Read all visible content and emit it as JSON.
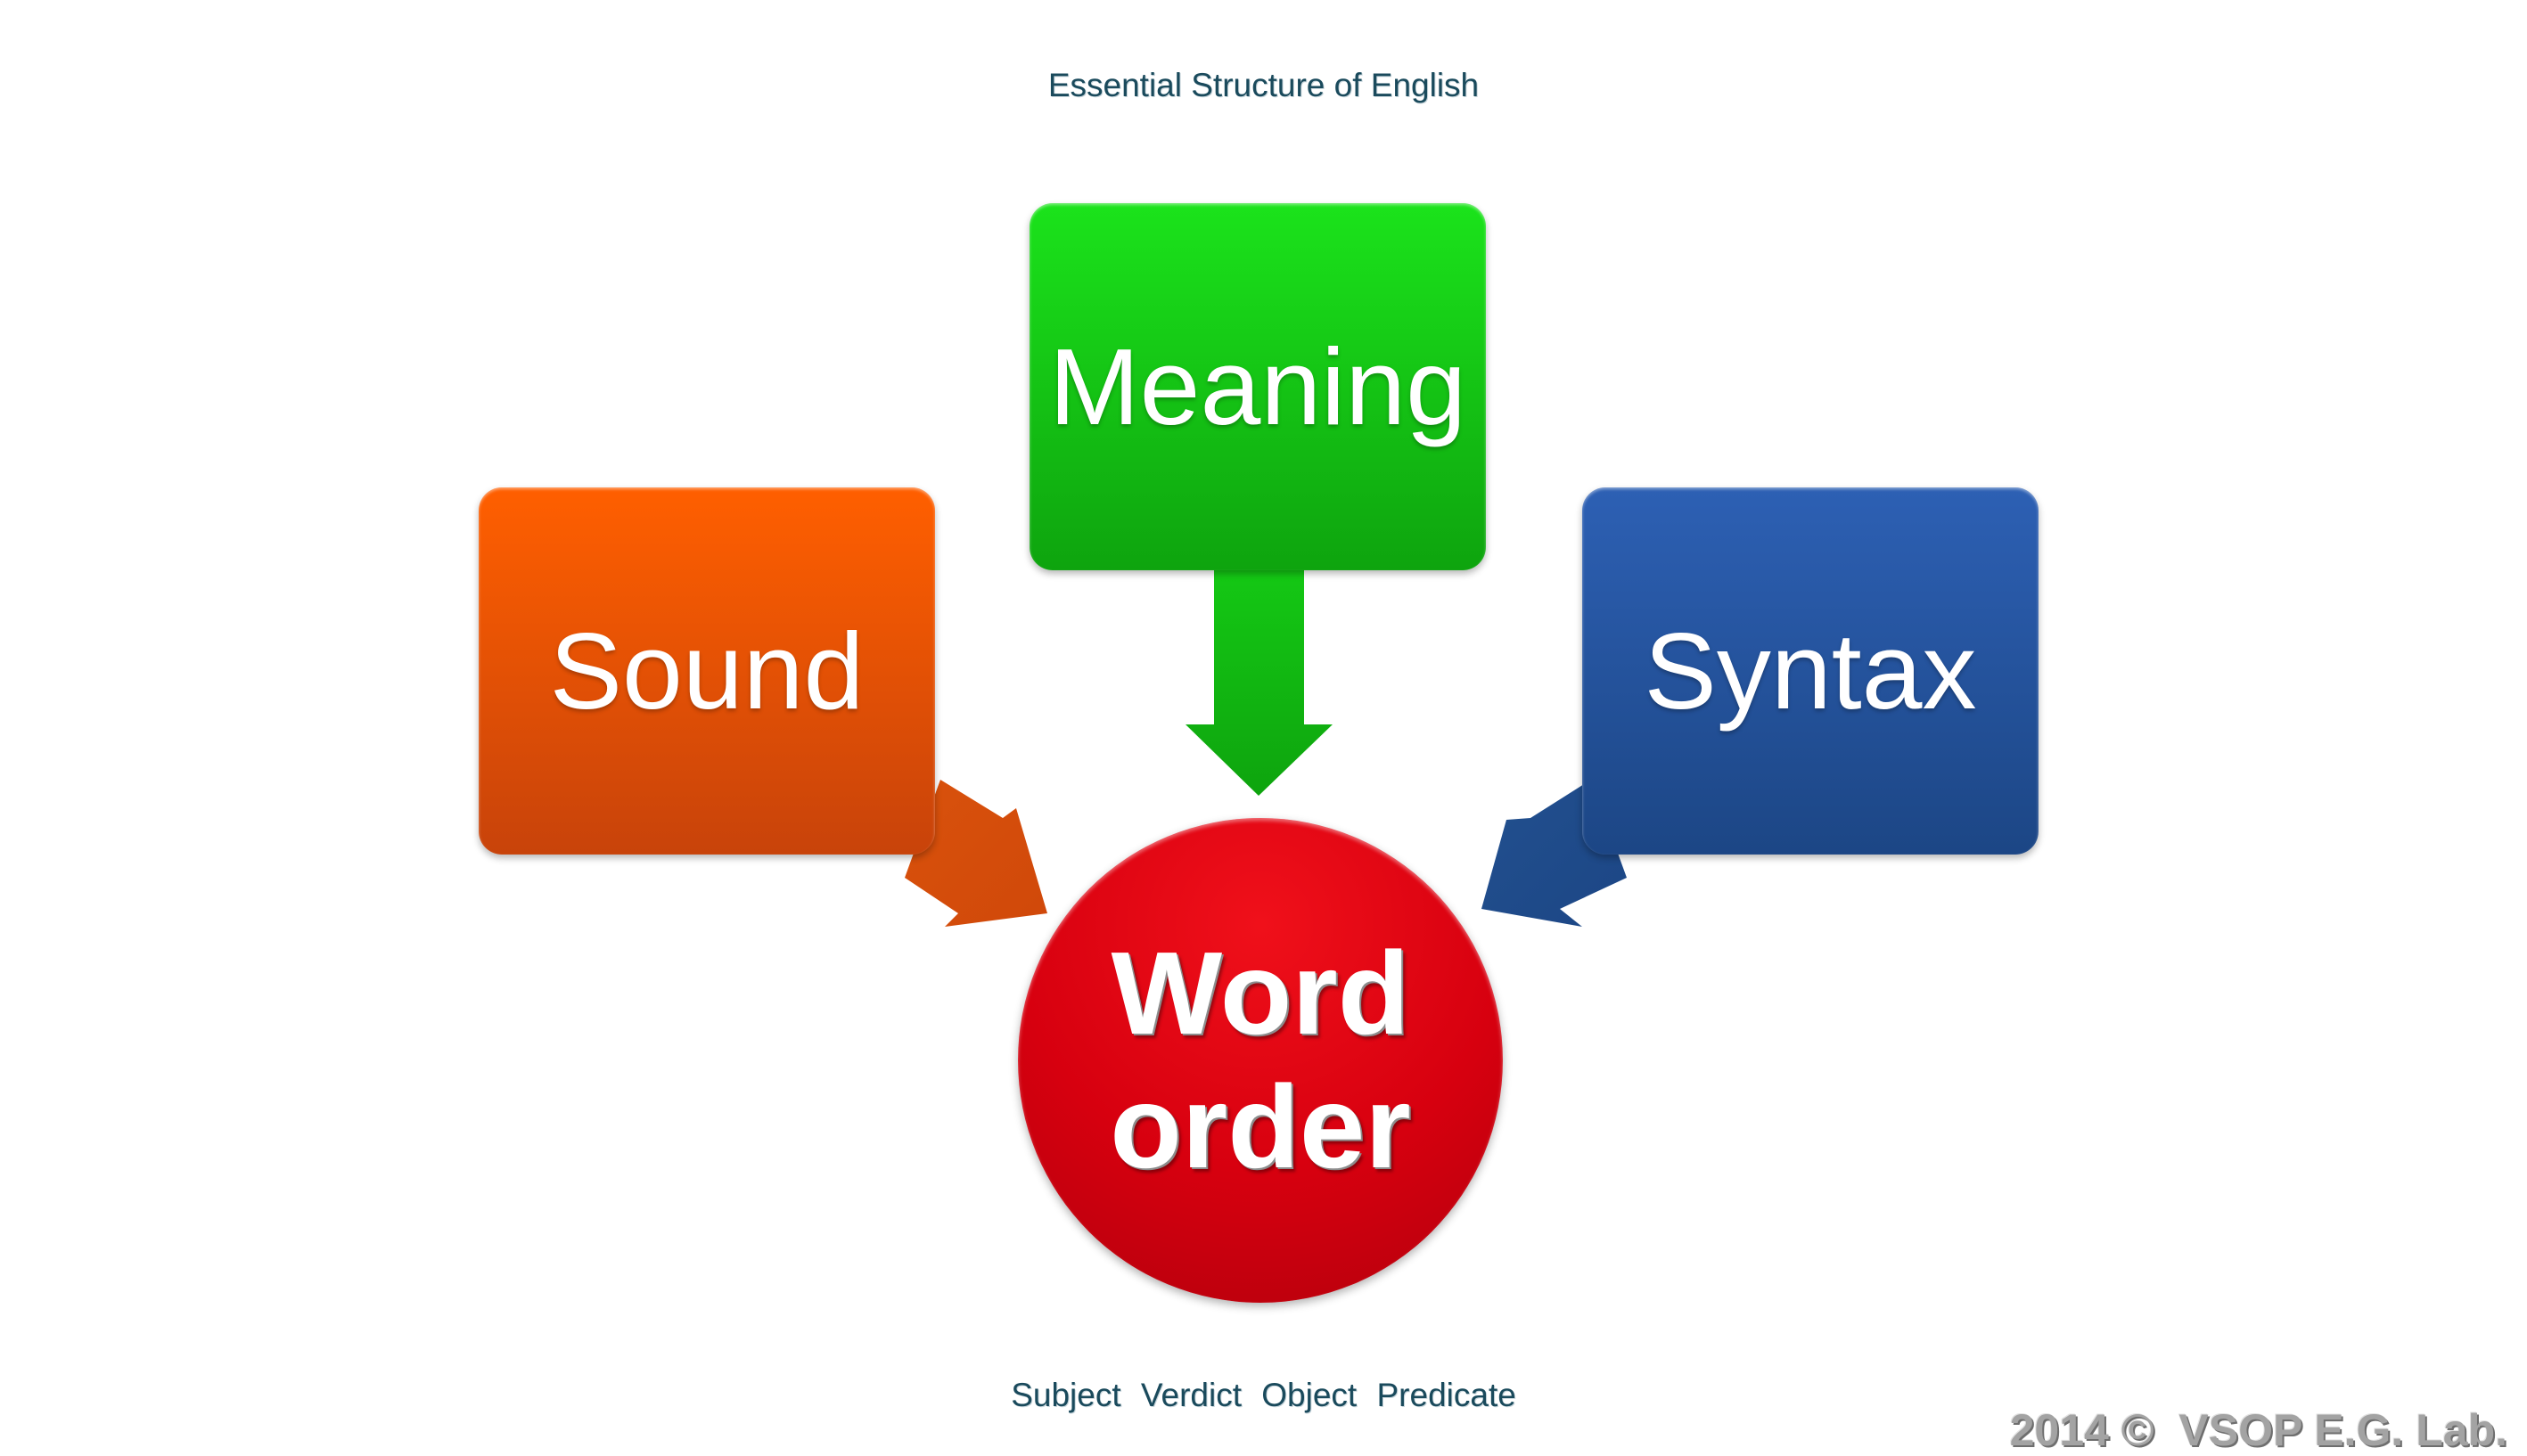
{
  "title": "Essential Structure of English",
  "boxes": {
    "sound": {
      "label": "Sound",
      "color": "#ff5f00"
    },
    "meaning": {
      "label": "Meaning",
      "color": "#1be31b"
    },
    "syntax": {
      "label": "Syntax",
      "color": "#2d60b4"
    }
  },
  "center": {
    "line1": "Word",
    "line2": "order",
    "color": "#d7000f"
  },
  "caption": "Subject  Verdict  Object  Predicate",
  "copyright": "2014 ©  VSOP E.G. Lab."
}
